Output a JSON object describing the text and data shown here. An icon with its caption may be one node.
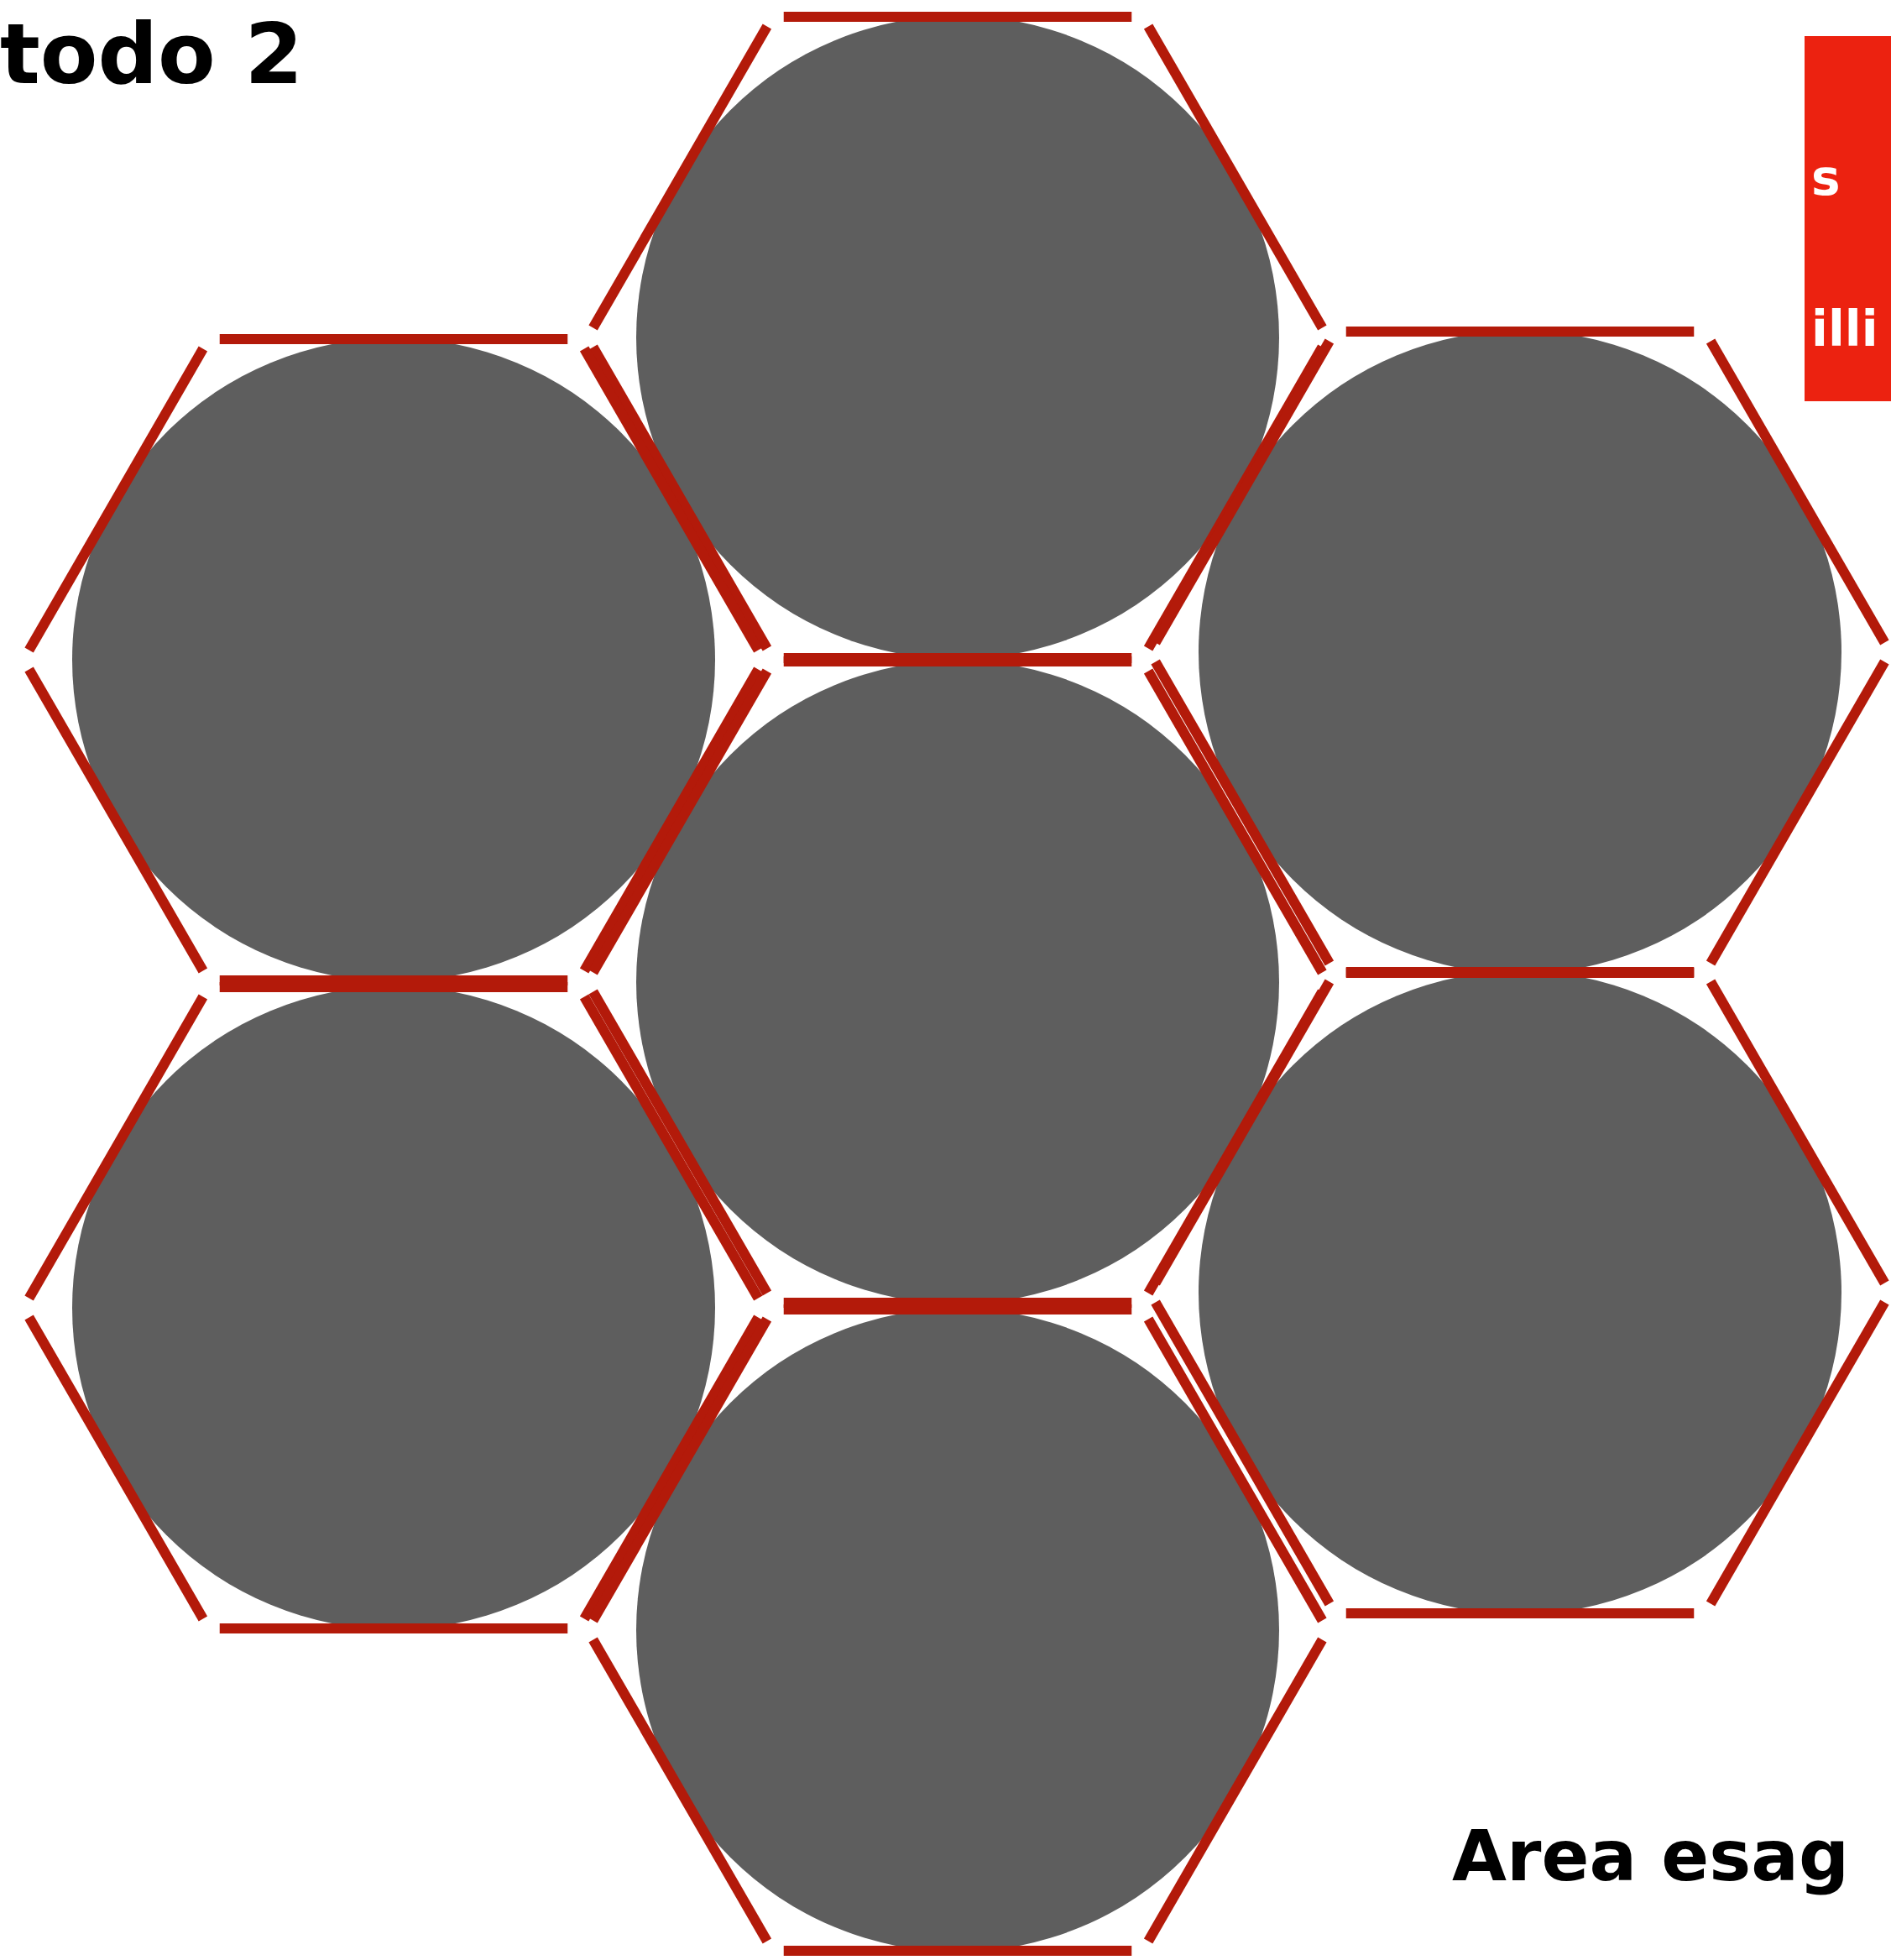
{
  "diagram": {
    "title": "todo 2",
    "labels": [
      "s",
      "illi"
    ],
    "caption": "Area esag"
  }
}
